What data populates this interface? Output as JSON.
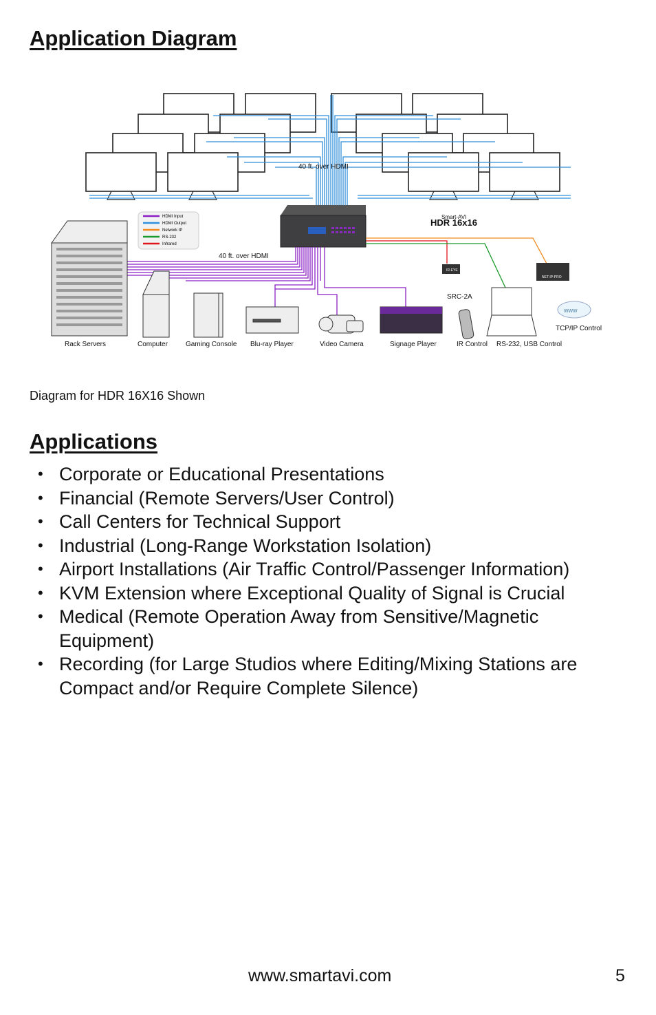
{
  "headings": {
    "diagram": "Application Diagram",
    "applications": "Applications"
  },
  "diagram": {
    "hdmi_top_label": "40 ft. over HDMI",
    "hdmi_bottom_label": "40 ft. over HDMI",
    "legend": [
      {
        "label": "HDMI Input",
        "color": "#8a1fc4"
      },
      {
        "label": "HDMI Output",
        "color": "#2f8fdc"
      },
      {
        "label": "Network IP",
        "color": "#f08a1c"
      },
      {
        "label": "RS-232",
        "color": "#1a9a2a"
      },
      {
        "label": "Infrared",
        "color": "#e0141c"
      }
    ],
    "switch_brand": "Smart-AVI",
    "switch_model": "HDR 16x16",
    "ir_eye_label": "IR-EYE",
    "net_ip_label": "NET-IP-PRO",
    "remote_label": "SRC-2A",
    "www_label": "www",
    "devices": {
      "rack": "Rack Servers",
      "computer": "Computer",
      "console": "Gaming Console",
      "bluray": "Blu-ray Player",
      "camera": "Video Camera",
      "signage": "Signage Player",
      "ir": "IR Control",
      "rs232": "RS-232, USB Control",
      "tcp": "TCP/IP Control"
    }
  },
  "caption": "Diagram for HDR 16X16 Shown",
  "applications": [
    "Corporate or Educational Presentations",
    "Financial (Remote Servers/User Control)",
    "Call Centers for Technical Support",
    "Industrial (Long-Range Workstation Isolation)",
    "Airport Installations (Air Traffic Control/Passenger Information)",
    "KVM Extension where Exceptional Quality of Signal is Crucial",
    "Medical (Remote Operation Away from Sensitive/Magnetic Equipment)",
    "Recording (for Large Studios where Editing/Mixing Stations are Compact and/or Require Complete Silence)"
  ],
  "footer": {
    "url": "www.smartavi.com",
    "page": "5"
  }
}
